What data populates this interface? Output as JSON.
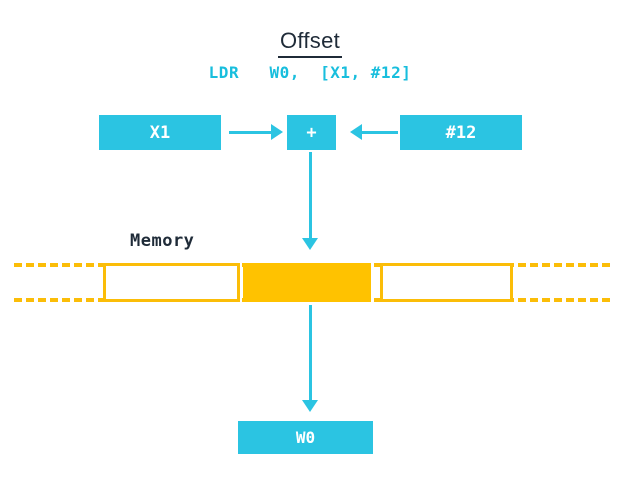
{
  "title": "Offset",
  "instruction": "LDR   W0,  [X1, #12]",
  "colors": {
    "accent_cyan": "#2bc4e2",
    "instruction_cyan": "#18bedd",
    "memory_orange": "#fbbd08",
    "memory_fill": "#ffc200",
    "text_dark": "#1f2b38",
    "background": "#ffffff"
  },
  "nodes": {
    "base_register": "X1",
    "operator": "+",
    "immediate": "#12",
    "destination_register": "W0"
  },
  "memory": {
    "label": "Memory",
    "cells": [
      {
        "state": "empty",
        "value": ""
      },
      {
        "state": "target",
        "value": ""
      },
      {
        "state": "empty",
        "value": ""
      }
    ]
  },
  "arrows": {
    "base_to_adder": "arrow-right",
    "immediate_to_adder": "arrow-left",
    "adder_to_memory": "arrow-down",
    "memory_to_destination": "arrow-down"
  }
}
